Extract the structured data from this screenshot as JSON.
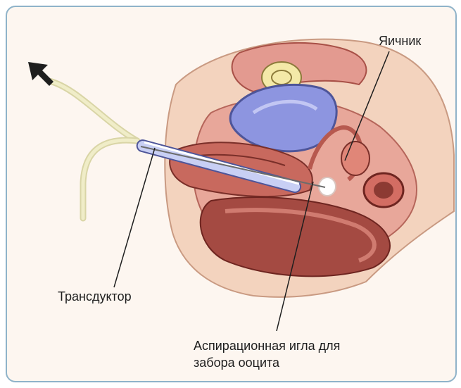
{
  "labels": {
    "ovary": "Яичник",
    "transducer": "Трансдуктор",
    "needle_line1": "Аспирационная игла для",
    "needle_line2": "забора ооцита"
  },
  "colors": {
    "frame_border": "#8fb3c9",
    "skin": "#f3d3be",
    "tissue_dark": "#a44a42",
    "tissue_pink": "#e8a79a",
    "bladder": "#8d95e0",
    "probe": "#c8cff4",
    "cable": "#f0edc8"
  }
}
